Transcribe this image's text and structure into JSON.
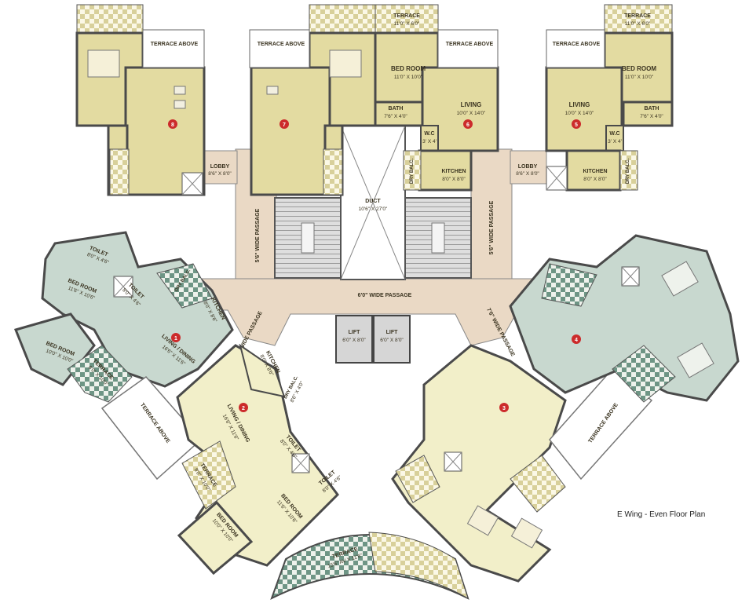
{
  "caption": "E Wing - Even Floor Plan",
  "colors": {
    "yellow_unit": "#e3dba1",
    "green_unit": "#c8d8cf",
    "cream_unit": "#f2efc9",
    "passage": "#ead9c5",
    "stair": "#cfcfcf",
    "wall": "#4a4a4a",
    "unit_marker": "#cc2b2b",
    "checker_green": "#5f8a78",
    "checker_tan": "#d9d2a8"
  },
  "common": {
    "duct": "DUCT",
    "duct_dim": "10'6\" X 27'0\"",
    "passage_main": "6'0\" WIDE PASSAGE",
    "passage_left": "5'6\" WIDE PASSAGE",
    "passage_right": "5'6\" WIDE PASSAGE",
    "passage_diag_left": "7'6\" WIDE PASSAGE",
    "passage_diag_right": "7'6\" WIDE PASSAGE",
    "lobby_left": "LOBBY",
    "lobby_left_dim": "8'6\" X 8'0\"",
    "lobby_right": "LOBBY",
    "lobby_right_dim": "8'6\" X 8'0\"",
    "lift1": "LIFT",
    "lift1_dim": "6'0\" X 8'0\"",
    "lift2": "LIFT",
    "lift2_dim": "6'0\" X 8'0\""
  },
  "units": [
    {
      "number": "1"
    },
    {
      "number": "2"
    },
    {
      "number": "3"
    },
    {
      "number": "4"
    },
    {
      "number": "5"
    },
    {
      "number": "6"
    },
    {
      "number": "7"
    },
    {
      "number": "8"
    }
  ],
  "rooms": {
    "terrace_above_8": "TERRACE ABOVE",
    "terrace_above_7": "TERRACE ABOVE",
    "terrace_above_6": "TERRACE ABOVE",
    "terrace_above_5": "TERRACE ABOVE",
    "u6_terrace": "TERRACE",
    "u6_terrace_dim": "11'0\" X 6'0\"",
    "u6_bedroom": "BED ROOM",
    "u6_bedroom_dim": "11'0\" X 10'0\"",
    "u6_bath": "BATH",
    "u6_bath_dim": "7'6\" X 4'0\"",
    "u6_living": "LIVING",
    "u6_living_dim": "10'0\" X 14'0\"",
    "u6_wc": "W.C",
    "u6_wc_dim": "3' X 4'",
    "u6_kitchen": "KITCHEN",
    "u6_kitchen_dim": "8'0\" X 8'0\"",
    "u6_dry_balc": "DRY BALC.",
    "u5_terrace": "TERRACE",
    "u5_terrace_dim": "11'0\" X 6'0\"",
    "u5_bedroom": "BED ROOM",
    "u5_bedroom_dim": "11'0\" X 10'0\"",
    "u5_living": "LIVING",
    "u5_living_dim": "10'0\" X 14'0\"",
    "u5_bath": "BATH",
    "u5_bath_dim": "7'6\" X 4'0\"",
    "u5_wc": "W.C",
    "u5_wc_dim": "3' X 4'",
    "u5_kitchen": "KITCHEN",
    "u5_kitchen_dim": "8'0\" X 8'0\"",
    "u5_dry_balc": "DRY BALC.",
    "u1_toilet": "TOILET",
    "u1_toilet_dim": "8'0\" X 4'6\"",
    "u1_bedroom1": "BED ROOM",
    "u1_bedroom1_dim": "11'6\" X 10'6\"",
    "u1_toilet2": "TOILET",
    "u1_toilet2_dim": "8'0\" X 4'6\"",
    "u1_dry_balc": "DRY BALC.",
    "u1_kitchen": "KITCHEN",
    "u1_kitchen_dim": "8'0\" X 8'6\"",
    "u1_living": "LIVING / DINING",
    "u1_living_dim": "16'6\" X 11'6\"",
    "u1_bedroom2": "BED ROOM",
    "u1_bedroom2_dim": "10'0\" X 10'0\"",
    "u1_terrace": "TERRACE",
    "u1_terrace_dim": "8'0\" X 10'0\"",
    "terrace_above_left": "TERRACE ABOVE",
    "u2_kitchen": "KITCHEN",
    "u2_kitchen_dim": "8'0\" X 8'6\"",
    "u2_dry_balc": "DRY BALC.",
    "u2_dry_balc_dim": "8'6\" X 4'0\"",
    "u2_living": "LIVING / DINING",
    "u2_living_dim": "16'6\" X 11'6\"",
    "u2_toilet": "TOILET",
    "u2_toilet_dim": "8'0\" X 4'6\"",
    "u2_toilet2": "TOILET",
    "u2_toilet2_dim": "8'0\" X 4'6\"",
    "u2_terrace": "TERRACE",
    "u2_terrace_dim": "8'0\" X 10'0\"",
    "u2_bedroom": "BED ROOM",
    "u2_bedroom_dim": "11'6\" X 10'6\"",
    "u2_bedroom2": "BED ROOM",
    "u2_bedroom2_dim": "10'0\" X 10'0\"",
    "terrace_curve": "TERRACE",
    "terrace_curve_dim": "15'6\" AV X 11'6\"",
    "terrace_above_right": "TERRACE ABOVE"
  }
}
